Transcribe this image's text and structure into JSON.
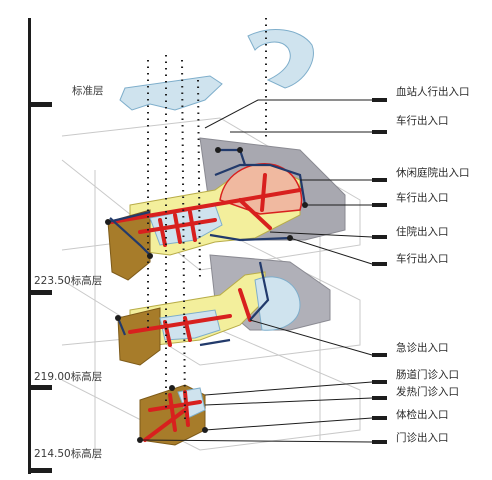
{
  "levels": {
    "standard": "标准层",
    "l223": "223.50标高层",
    "l219": "219.00标高层",
    "l214": "214.50标高层"
  },
  "entrances": [
    "血站人行出入口",
    "车行出入口",
    "休闲庭院出入口",
    "车行出入口",
    "住院出入口",
    "车行出入口",
    "急诊出入口",
    "肠道门诊入口",
    "发热门诊入口",
    "体检出入口",
    "门诊出入口"
  ],
  "colors": {
    "accent_red": "#d8201e",
    "dark_blue": "#223a6b",
    "gold_brown": "#a77c2a",
    "pale_yellow": "#f3ef9c",
    "light_blue": "#cfe3ee",
    "gray_site": "#a8a8b0"
  }
}
